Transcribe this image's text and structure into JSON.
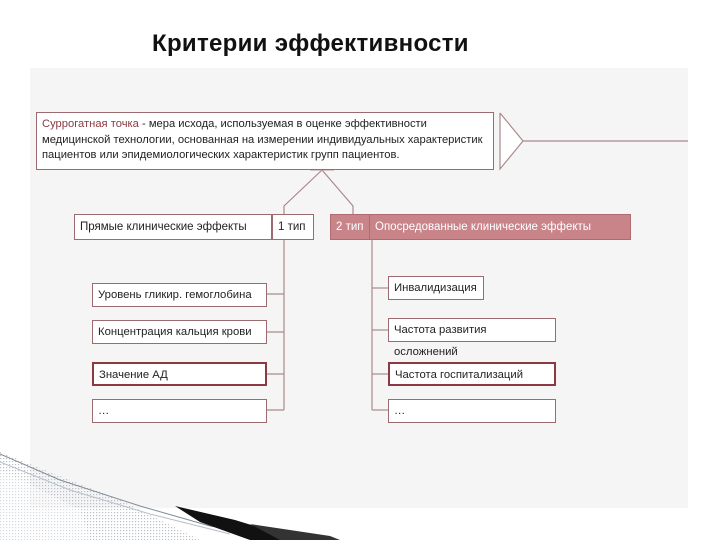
{
  "title": "Критерии эффективности",
  "definition": {
    "term": "Суррогатная точка",
    "text": " - мера исхода, используемая в оценке эффективности медицинской технологии, основанная на измерении индивидуальных характеристик пациентов или эпидемиологических характеристик групп пациентов."
  },
  "direct": {
    "label": "Прямые клинические эффекты",
    "type": "1 тип",
    "items": [
      "Уровень гликир. гемоглобина",
      "Концентрация кальция крови",
      "Значение АД",
      "…"
    ]
  },
  "indirect": {
    "type": "2 тип",
    "label": "Опосредованные клинические эффекты",
    "items": [
      "Инвалидизация",
      "Частота развития осложнений",
      "Частота госпитализаций",
      "…"
    ]
  },
  "colors": {
    "border": "#9b6b70",
    "accent": "#c9848a",
    "accent_text": "#8b3a44"
  }
}
